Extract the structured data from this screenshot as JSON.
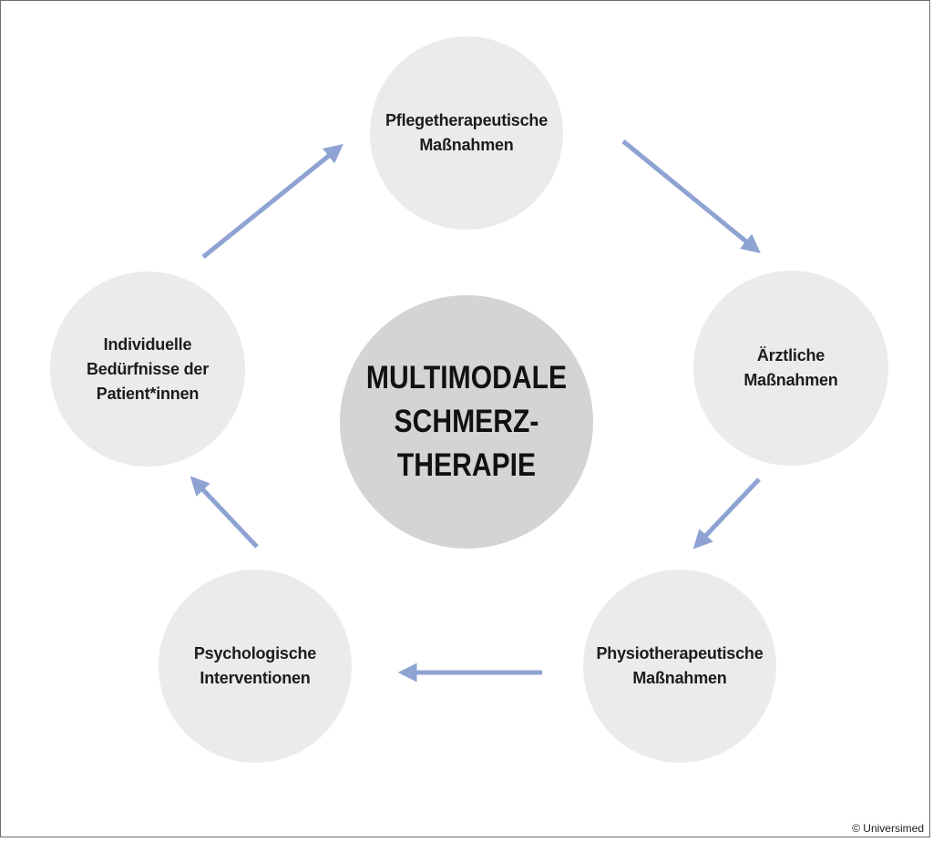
{
  "center": {
    "label": "MULTIMODALE\nSCHMERZ-\nTHERAPIE"
  },
  "nodes": [
    {
      "id": "pflege",
      "label": "Pflegetherapeutische\nMaßnahmen"
    },
    {
      "id": "aerztlich",
      "label": "Ärztliche\nMaßnahmen"
    },
    {
      "id": "physio",
      "label": "Physiotherapeutische\nMaßnahmen"
    },
    {
      "id": "psycho",
      "label": "Psychologische\nInterventionen"
    },
    {
      "id": "individuell",
      "label": "Individuelle\nBedürfnisse der\nPatient*innen"
    }
  ],
  "copyright": "© Universimed",
  "colors": {
    "arrow": "#8fa3d3",
    "node": "#ebebeb",
    "center": "#d4d4d4",
    "text": "#1c1c1c"
  }
}
